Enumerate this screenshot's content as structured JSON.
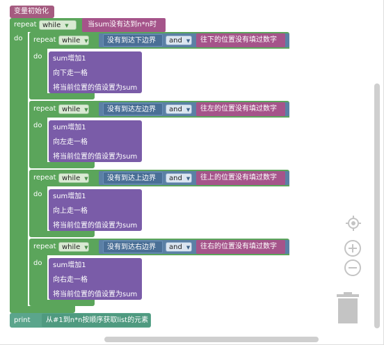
{
  "blocks": {
    "init_var": "变量初始化",
    "outer_repeat": {
      "keyword": "repeat",
      "mode": "while",
      "condition": "当sum没有达到n*n时",
      "do": "do"
    },
    "directions": [
      {
        "repeat": "repeat",
        "mode": "while",
        "left_condition": "没有到达下边界",
        "operator": "and",
        "right_condition": "往下的位置没有填过数字",
        "do": "do",
        "actions": [
          "sum增加1",
          "向下走一格",
          "将当前位置的值设置为sum"
        ]
      },
      {
        "repeat": "repeat",
        "mode": "while",
        "left_condition": "没有到达左边界",
        "operator": "and",
        "right_condition": "往左的位置没有填过数字",
        "do": "do",
        "actions": [
          "sum增加1",
          "向左走一格",
          "将当前位置的值设置为sum"
        ]
      },
      {
        "repeat": "repeat",
        "mode": "while",
        "left_condition": "没有到达上边界",
        "operator": "and",
        "right_condition": "往上的位置没有填过数字",
        "do": "do",
        "actions": [
          "sum增加1",
          "向上走一格",
          "将当前位置的值设置为sum"
        ]
      },
      {
        "repeat": "repeat",
        "mode": "while",
        "left_condition": "没有到达右边界",
        "operator": "and",
        "right_condition": "往右的位置没有填过数字",
        "do": "do",
        "actions": [
          "sum增加1",
          "向右走一格",
          "将当前位置的值设置为sum"
        ]
      }
    ],
    "print": {
      "keyword": "print",
      "value": "从#1到n*n按顺序获取list的元素"
    }
  },
  "controls": {
    "center_icon": "crosshair-icon",
    "zoom_in_icon": "plus-icon",
    "zoom_out_icon": "minus-icon",
    "trash_icon": "trash-icon"
  },
  "colors": {
    "loop": "#5ba55b",
    "procedure": "#7a5ca8",
    "variable": "#a55b80",
    "logic": "#5b80a5",
    "text": "#5ba58c"
  }
}
